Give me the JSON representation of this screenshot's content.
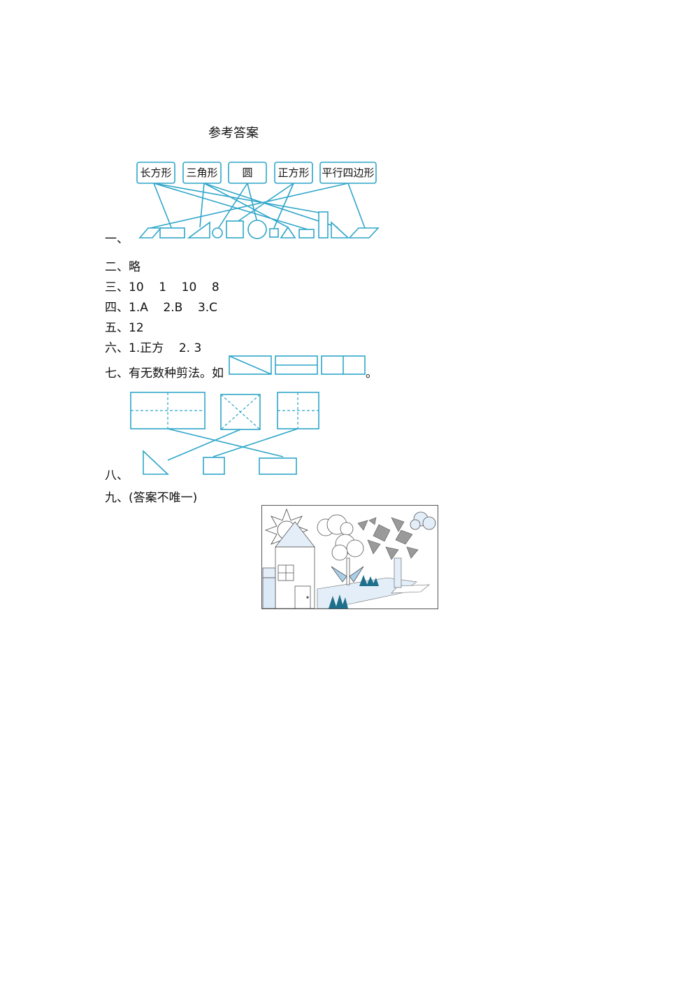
{
  "title": "参考答案",
  "q1": {
    "prefix": "一、",
    "labels": [
      "长方形",
      "三角形",
      "圆",
      "正方形",
      "平行四边形"
    ]
  },
  "q2": "二、略",
  "q3": "三、10    1    10    8",
  "q4": "四、1.A    2.B    3.C",
  "q5": "五、12",
  "q6": "六、1.正方    2. 3",
  "q7": {
    "text": "七、有无数种剪法。如",
    "end": "。"
  },
  "q8": {
    "prefix": "八、"
  },
  "q9": "九、(答案不唯一)",
  "colors": {
    "line": "#2fa6c9",
    "fill_light": "#e3eef9",
    "dark_tree": "#1d6f8c",
    "gray": "#9a9a9a"
  }
}
